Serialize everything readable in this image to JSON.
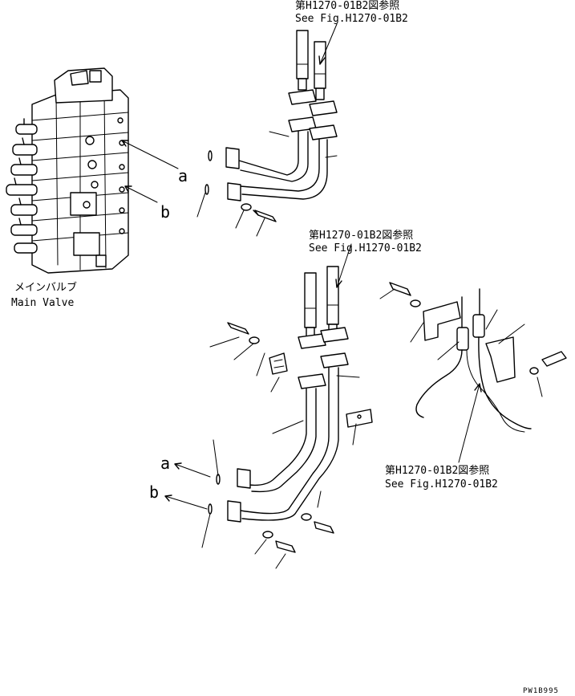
{
  "diagram": {
    "references": [
      {
        "jp": "第H1270-01B2図参照",
        "en": "See Fig.H1270-01B2"
      },
      {
        "jp": "第H1270-01B2図参照",
        "en": "See Fig.H1270-01B2"
      },
      {
        "jp": "第H1270-01B2図参照",
        "en": "See Fig.H1270-01B2"
      }
    ],
    "main_valve": {
      "jp": "メインバルブ",
      "en": "Main Valve"
    },
    "connection_labels": [
      "a",
      "b",
      "a",
      "b"
    ],
    "drawing_code": "PW1B995"
  }
}
